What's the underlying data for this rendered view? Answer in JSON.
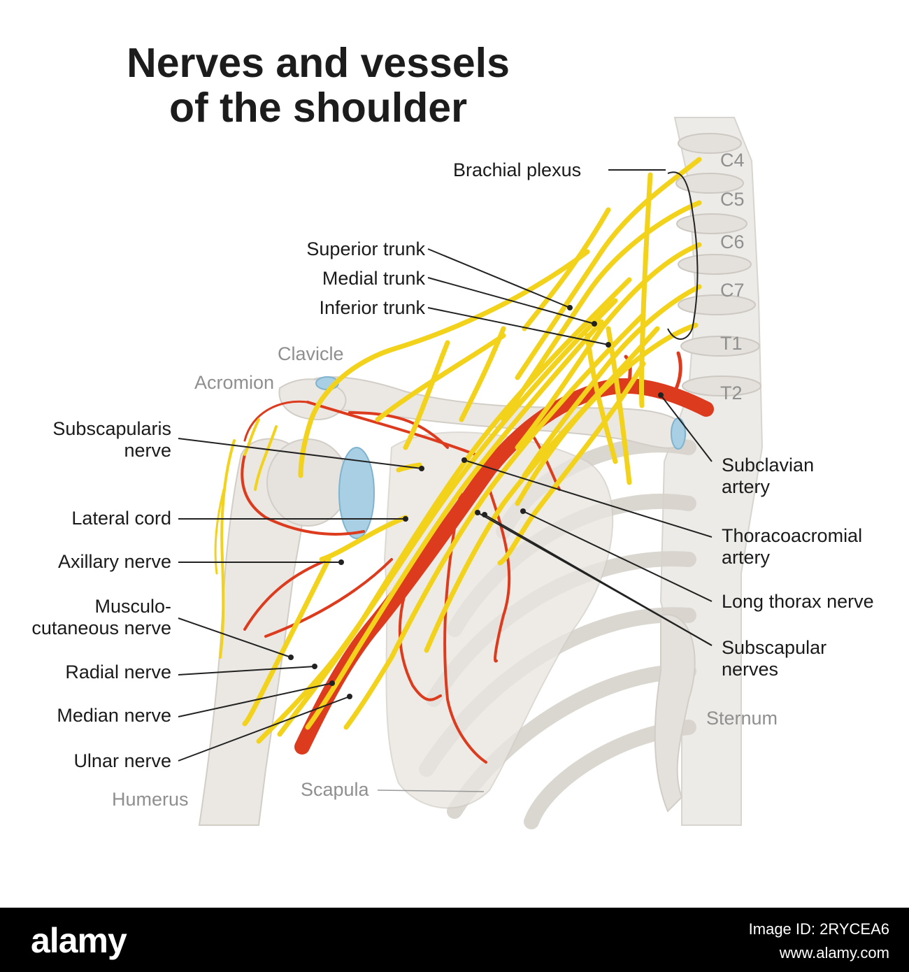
{
  "title": {
    "line1": "Nerves and vessels",
    "line2": "of the shoulder"
  },
  "labels": {
    "brachial_plexus": "Brachial plexus",
    "superior_trunk": "Superior trunk",
    "medial_trunk": "Medial trunk",
    "inferior_trunk": "Inferior trunk",
    "subscapularis_nerve_1": "Subscapularis",
    "subscapularis_nerve_2": "nerve",
    "lateral_cord": "Lateral cord",
    "axillary_nerve": "Axillary nerve",
    "musculocutaneous_1": "Musculo-",
    "musculocutaneous_2": "cutaneous nerve",
    "radial_nerve": "Radial nerve",
    "median_nerve": "Median nerve",
    "ulnar_nerve": "Ulnar nerve",
    "subclavian_artery_1": "Subclavian",
    "subclavian_artery_2": "artery",
    "thoracoacromial_artery_1": "Thoracoacromial",
    "thoracoacromial_artery_2": "artery",
    "long_thorax_nerve": "Long thorax nerve",
    "subscapular_nerves_1": "Subscapular",
    "subscapular_nerves_2": "nerves"
  },
  "bone_labels": {
    "clavicle": "Clavicle",
    "acromion": "Acromion",
    "humerus": "Humerus",
    "scapula": "Scapula",
    "sternum": "Sternum"
  },
  "vertebrae": [
    "C4",
    "C5",
    "C6",
    "C7",
    "T1",
    "T2"
  ],
  "footer": {
    "brand": "alamy",
    "line1": "Image ID: 2RYCEA6",
    "line2": "www.alamy.com"
  },
  "colors": {
    "nerve": "#f2d21a",
    "nerve_outline": "#c9a80c",
    "artery": "#dd3b1e",
    "bone": "#ebe8e4",
    "bone_outline": "#cfcac4",
    "cartilage": "#a8cfe3",
    "footer_bg": "#000000"
  }
}
